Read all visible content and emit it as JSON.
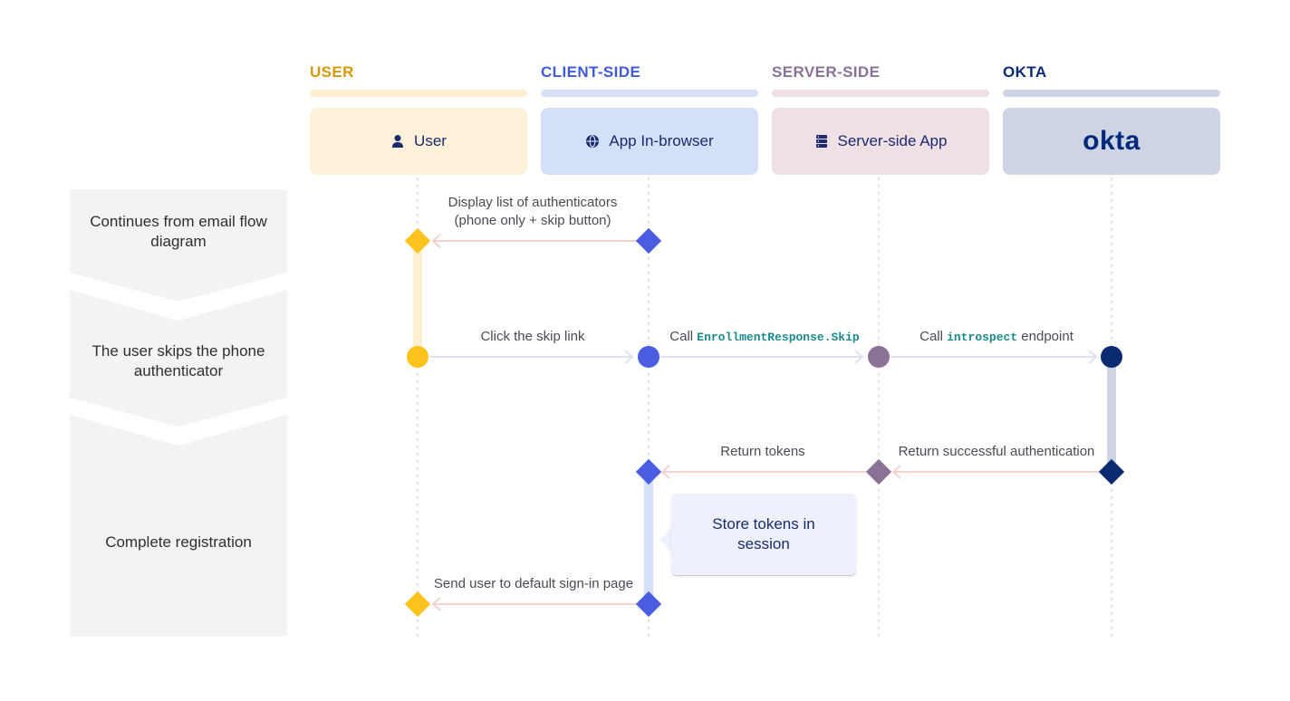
{
  "lanes": [
    {
      "label": "USER",
      "actor": "User",
      "icon": "person-icon",
      "color": "#d49a0a",
      "bar": "#fdefd0",
      "box": "#fef1d9"
    },
    {
      "label": "CLIENT-SIDE",
      "actor": "App In-browser",
      "icon": "globe-icon",
      "color": "#3f5bd8",
      "bar": "#d6e1f8",
      "box": "#d3e0f8"
    },
    {
      "label": "SERVER-SIDE",
      "actor": "Server-side App",
      "icon": "server-icon",
      "color": "#8a7196",
      "bar": "#f0dfe4",
      "box": "#efe0e6"
    },
    {
      "label": "OKTA",
      "actor": "okta",
      "icon": "okta-logo",
      "color": "#0a2a72",
      "bar": "#ced4e4",
      "box": "#ced4e4"
    }
  ],
  "steps": [
    {
      "label": "Continues from email flow diagram"
    },
    {
      "label": "The user skips the phone authenticator"
    },
    {
      "label": "Complete registration"
    }
  ],
  "messages": {
    "m1": {
      "line1": "Display list of authenticators",
      "line2": "(phone only + skip button)"
    },
    "m2": {
      "text": "Click the skip link"
    },
    "m3": {
      "prefix": "Call ",
      "code": "EnrollmentResponse.Skip"
    },
    "m4": {
      "prefix": "Call ",
      "code": "introspect",
      "suffix": " endpoint"
    },
    "m5": {
      "text": "Return tokens"
    },
    "m6": {
      "text": "Return successful authentication"
    },
    "m7": {
      "text": "Send user to default sign-in page"
    }
  },
  "note": {
    "text": "Store tokens in session"
  },
  "colors": {
    "arrow_return": "#f3d3cf",
    "arrow_forward": "#dde3ef",
    "user_node": "#fbc31b",
    "client_node": "#4a5de0",
    "server_node": "#8a7196",
    "okta_node": "#0a2a72"
  }
}
